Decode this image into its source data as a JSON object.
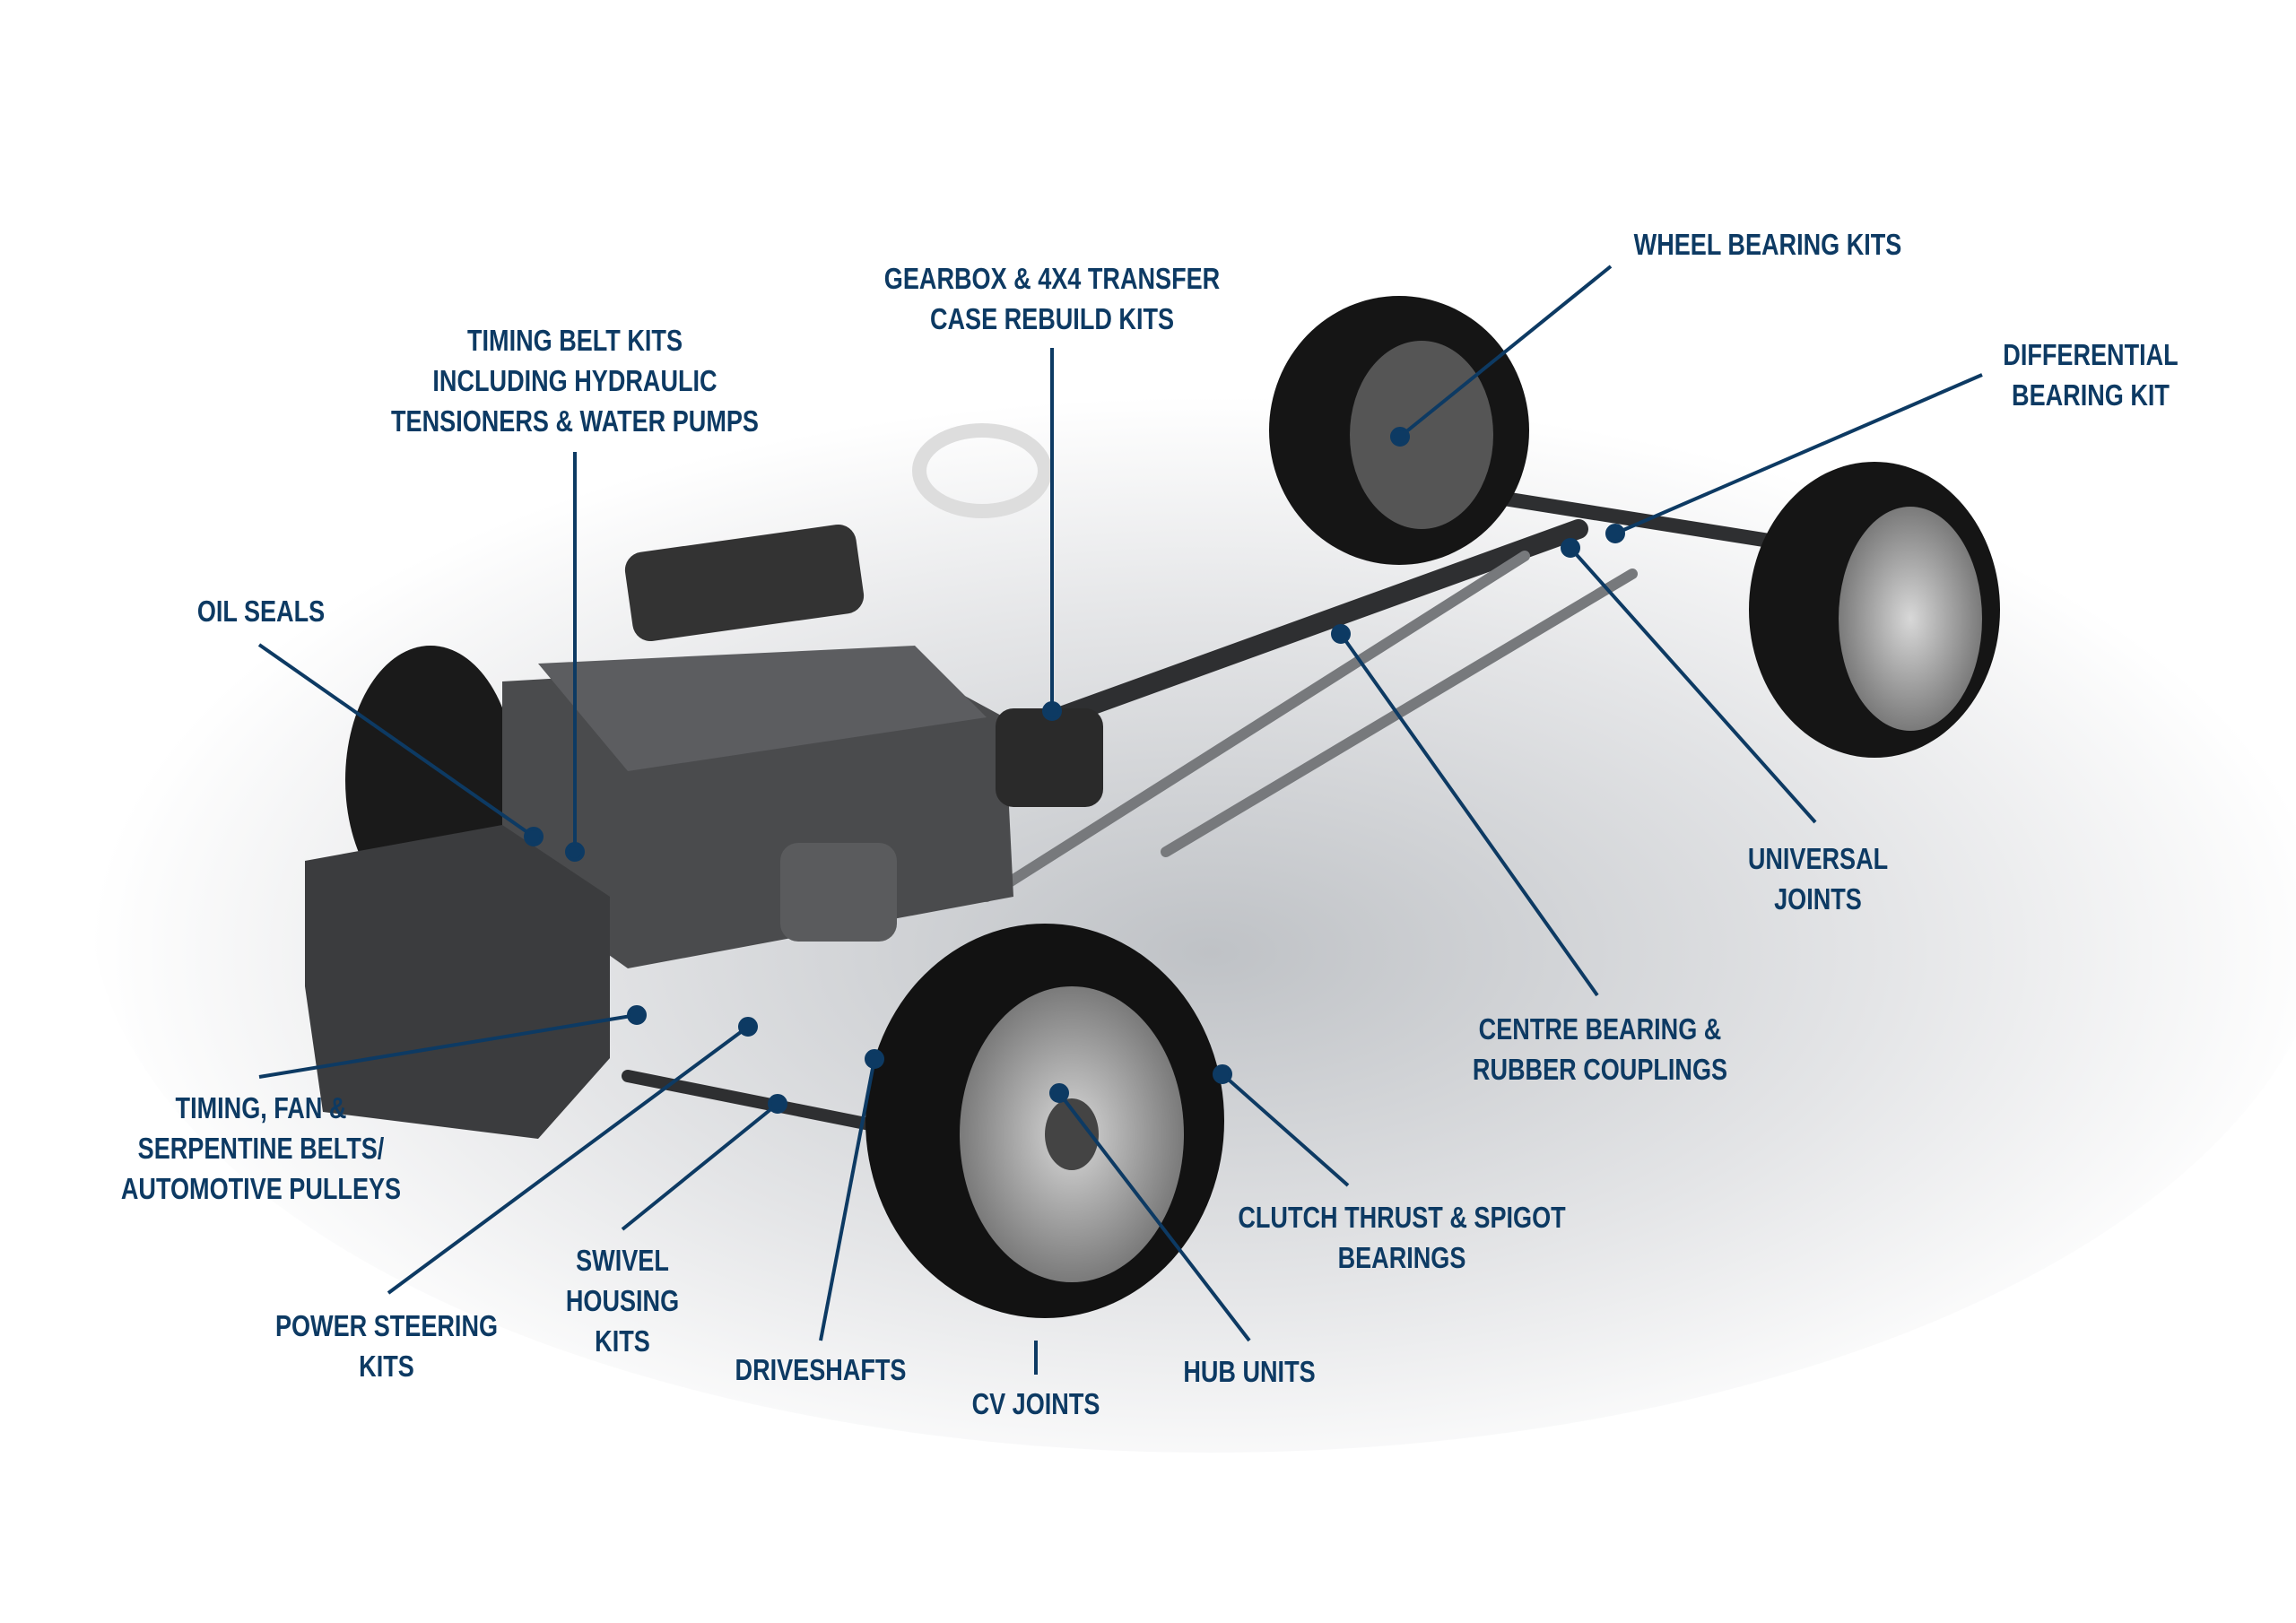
{
  "accent_color": "#0d3a63",
  "labels": {
    "gearbox": [
      "GEARBOX & 4X4 TRANSFER",
      "CASE REBUILD KITS"
    ],
    "wheel_bearing": [
      "WHEEL BEARING KITS"
    ],
    "timing_belt": [
      "TIMING BELT KITS",
      "INCLUDING HYDRAULIC",
      "TENSIONERS & WATER PUMPS"
    ],
    "differential": [
      "DIFFERENTIAL",
      "BEARING KIT"
    ],
    "oil_seals": [
      "OIL SEALS"
    ],
    "universal_joints": [
      "UNIVERSAL",
      "JOINTS"
    ],
    "centre_bearing": [
      "CENTRE BEARING &",
      "RUBBER COUPLINGS"
    ],
    "timing_fan": [
      "TIMING, FAN &",
      "SERPENTINE BELTS/",
      "AUTOMOTIVE PULLEYS"
    ],
    "clutch": [
      "CLUTCH THRUST & SPIGOT",
      "BEARINGS"
    ],
    "swivel": [
      "SWIVEL",
      "HOUSING",
      "KITS"
    ],
    "power_steering": [
      "POWER STEERING",
      "KITS"
    ],
    "driveshafts": [
      "DRIVESHAFTS"
    ],
    "cv_joints": [
      "CV JOINTS"
    ],
    "hub_units": [
      "HUB UNITS"
    ]
  }
}
